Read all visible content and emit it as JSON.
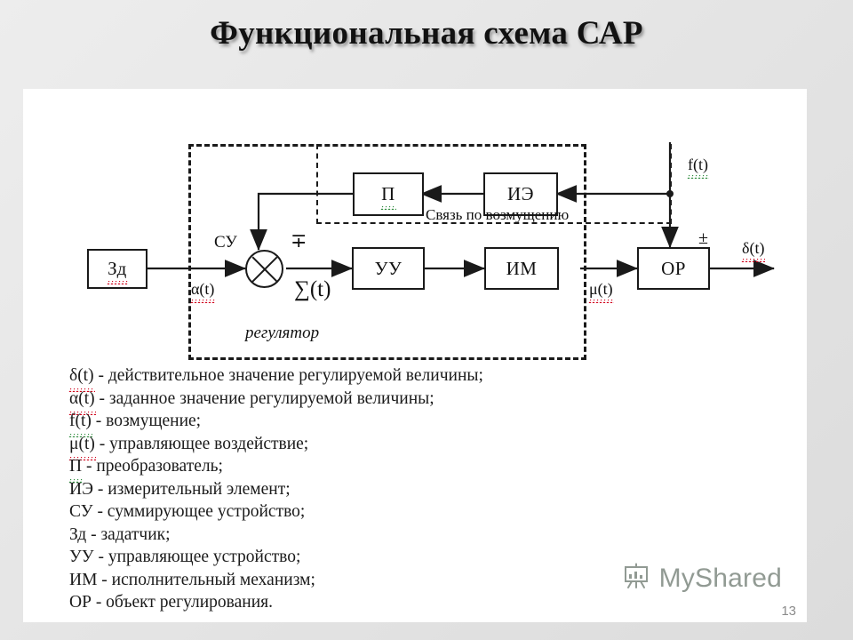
{
  "title": "Функциональная схема САР",
  "diagram": {
    "blocks": [
      {
        "id": "zd",
        "label": "Зд",
        "spell": "red"
      },
      {
        "id": "p",
        "label": "П",
        "spell": "green"
      },
      {
        "id": "ie",
        "label": "ИЭ",
        "spell": "none"
      },
      {
        "id": "uu",
        "label": "УУ",
        "spell": "none"
      },
      {
        "id": "im",
        "label": "ИМ",
        "spell": "none"
      },
      {
        "id": "or",
        "label": "ОР",
        "spell": "none"
      }
    ],
    "labels": {
      "su": "СУ",
      "minus_plus": "∓",
      "plus_minus": "±",
      "alpha_t": "α(t)",
      "sigma_t": "∑(t)",
      "mu_t": "μ(t)",
      "f_t": "f(t)",
      "delta_t": "δ(t)",
      "regulator": "регулятор",
      "disturbance_link": "Связь по возмущению"
    }
  },
  "legend": [
    {
      "key": "δ(t)",
      "text": " - действительное значение регулируемой величины;",
      "spell": "red"
    },
    {
      "key": "α(t)",
      "text": " - заданное значение регулируемой величины;",
      "spell": "red"
    },
    {
      "key": "f(t)",
      "text": " - возмущение;",
      "spell": "green"
    },
    {
      "key": "μ(t)",
      "text": " - управляющее воздействие;",
      "spell": "red"
    },
    {
      "key": "П",
      "text": " - преобразователь;",
      "spell": "green"
    },
    {
      "key": "ИЭ",
      "text": " - измерительный элемент;",
      "spell": "none"
    },
    {
      "key": "СУ",
      "text": " - суммирующее устройство;",
      "spell": "none"
    },
    {
      "key": "Зд",
      "text": " - задатчик;",
      "spell": "none"
    },
    {
      "key": "УУ",
      "text": " - управляющее устройство;",
      "spell": "none"
    },
    {
      "key": "ИМ",
      "text": " - исполнительный механизм;",
      "spell": "none"
    },
    {
      "key": "ОР",
      "text": " - объект регулирования.",
      "spell": "none"
    }
  ],
  "watermark": {
    "text": "MyShared",
    "icon": "presentation-board-icon"
  },
  "page_number": "13",
  "colors": {
    "ink": "#1a1a1a",
    "panel": "#ffffff",
    "spell_red": "#d0021b",
    "spell_green": "#2e8b3d",
    "watermark": "#4f5d52"
  }
}
